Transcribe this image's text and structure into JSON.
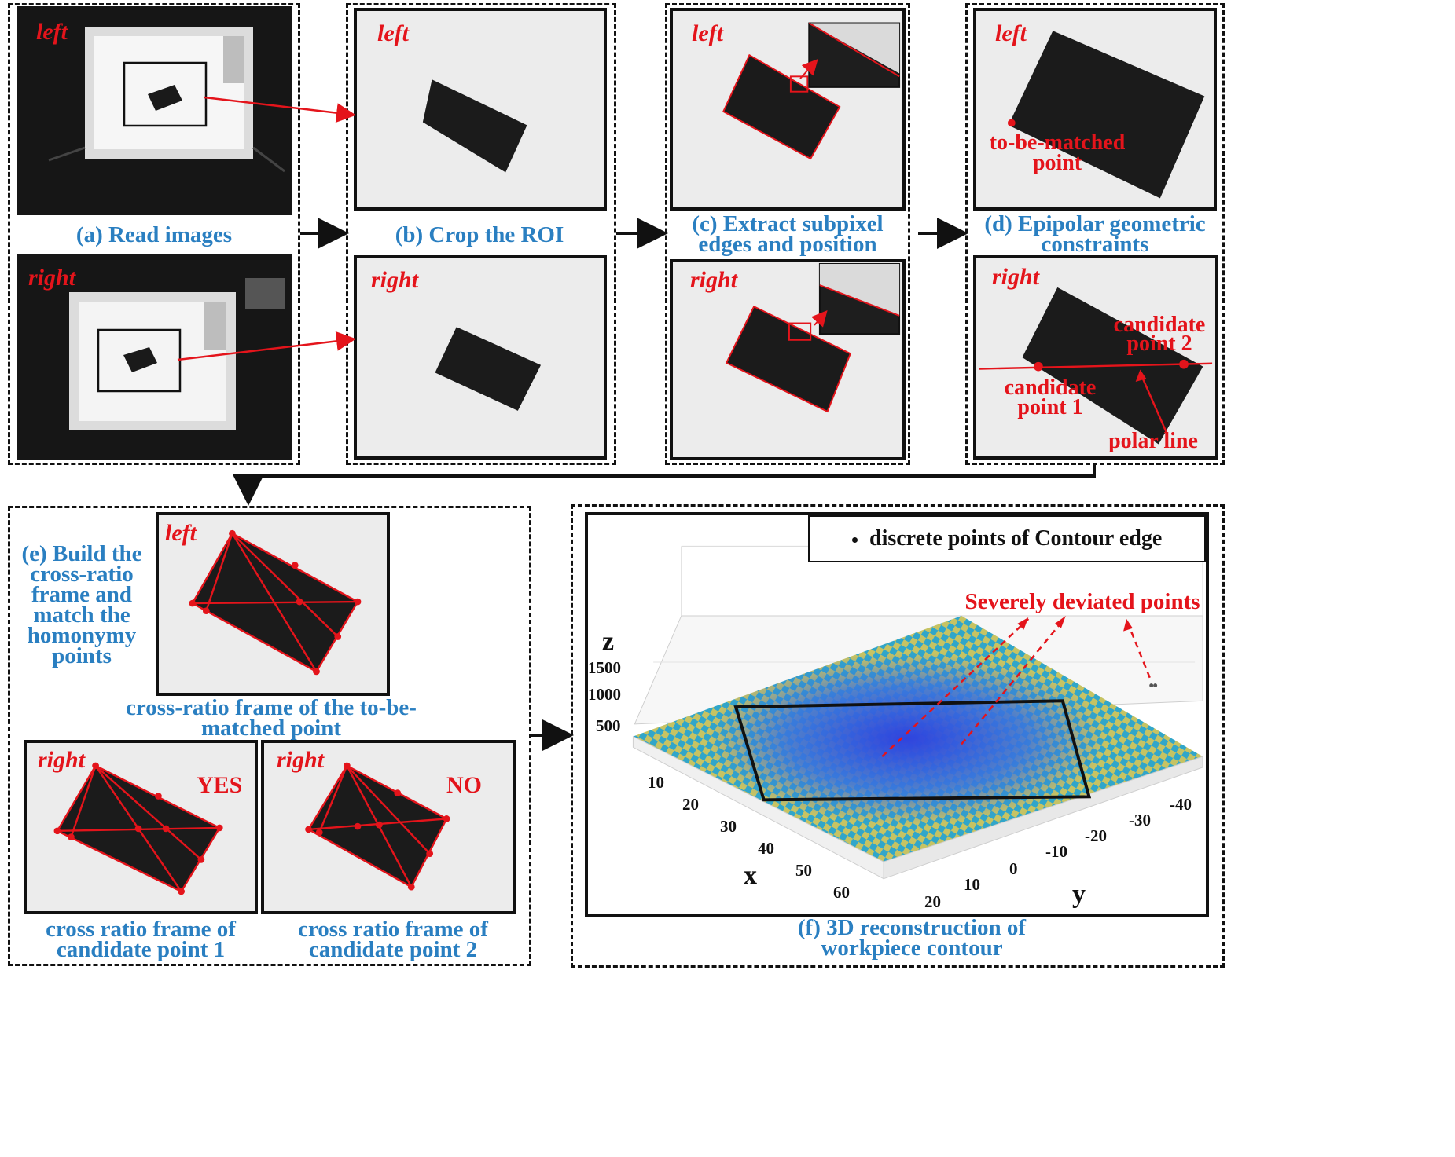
{
  "labels": {
    "left": "left",
    "right": "right"
  },
  "captions": {
    "a": "(a) Read images",
    "b": "(b) Crop the ROI",
    "c_line1": "(c) Extract subpixel",
    "c_line2": "edges and position",
    "d_line1": "(d) Epipolar geometric",
    "d_line2": "constraints",
    "e_lines": [
      "(e) Build the",
      "cross-ratio",
      "frame and",
      "match the",
      "homonymy",
      "points"
    ],
    "e_left_line1": "cross-ratio frame of the to-be-",
    "e_left_line2": "matched point",
    "e_c1_line1": "cross ratio frame of",
    "e_c1_line2": "candidate point 1",
    "e_c2_line1": "cross ratio frame of",
    "e_c2_line2": "candidate point 2",
    "f_line1": "(f) 3D reconstruction of",
    "f_line2": "workpiece contour"
  },
  "annotations": {
    "to_be_matched_line1": "to-be-matched",
    "to_be_matched_line2": "point",
    "candidate2_line1": "candidate",
    "candidate2_line2": "point 2",
    "candidate1_line1": "candidate",
    "candidate1_line2": "point 1",
    "polar_line": "polar line",
    "yes": "YES",
    "no": "NO",
    "severe": "Severely deviated points"
  },
  "plot": {
    "legend": "discrete points of Contour edge",
    "axes": {
      "x": "x",
      "y": "y",
      "z": "z"
    },
    "z_ticks": [
      "1500",
      "1000",
      "500"
    ],
    "x_ticks": [
      "10",
      "20",
      "30",
      "40",
      "50",
      "60"
    ],
    "y_ticks": [
      "20",
      "10",
      "0",
      "-10",
      "-20",
      "-30",
      "-40"
    ]
  },
  "colors": {
    "accent_red": "#e4141b",
    "caption_blue": "#2a7fc1",
    "frame_black": "#111111"
  }
}
